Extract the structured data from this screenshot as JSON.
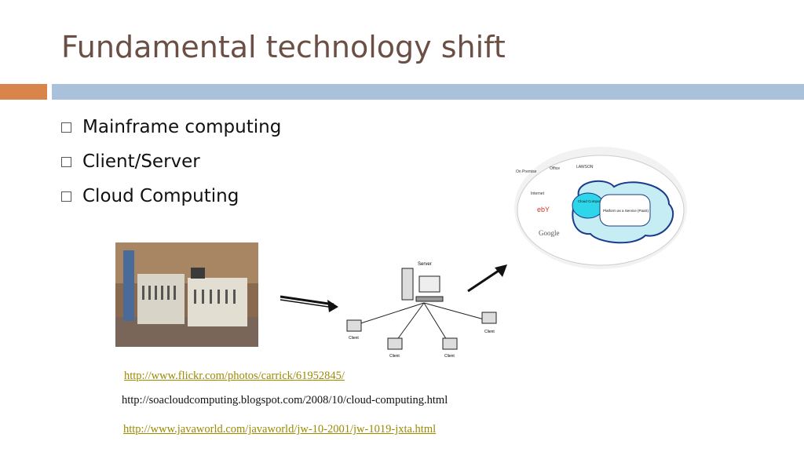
{
  "slide": {
    "title": "Fundamental technology shift",
    "bullets": [
      "Mainframe computing",
      "Client/Server",
      "Cloud Computing"
    ]
  },
  "diagram": {
    "server_label": "Server",
    "client_label": "Client",
    "cloud": {
      "on_premise": "On Premise",
      "office": "Office",
      "lawson": "LAWSON",
      "internet": "Internet",
      "ebay": "ebY",
      "google": "Google",
      "cloud_computing": "Cloud Computing",
      "paas": "Platform as a Service (PaaS)"
    }
  },
  "links": {
    "flickr": "http://www.flickr.com/photos/carrick/61952845/",
    "soa": "http://soacloudcomputing.blogspot.com/2008/10/cloud-computing.html",
    "javaworld": "http://www.javaworld.com/javaworld/jw-10-2001/jw-1019-jxta.html"
  },
  "colors": {
    "title": "#6b4f45",
    "orange": "#d9844a",
    "blue": "#a9c1db",
    "link": "#9c8a00"
  }
}
